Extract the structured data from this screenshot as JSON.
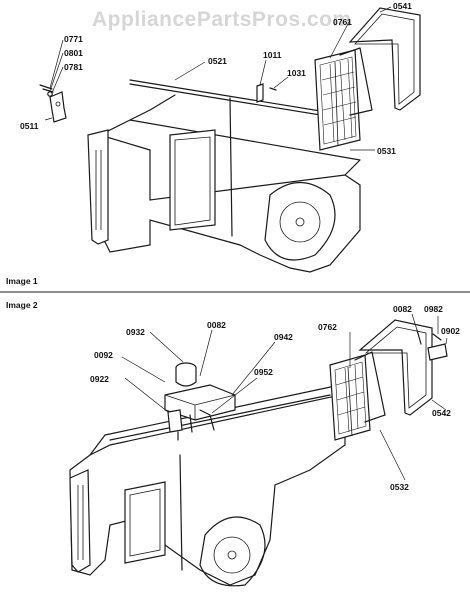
{
  "watermark": "AppliancePartsPros.com",
  "sections": {
    "image1": "Image 1",
    "image2": "Image 2"
  },
  "callouts_image1": {
    "c0771": "0771",
    "c0801": "0801",
    "c0781": "0781",
    "c0511": "0511",
    "c0521": "0521",
    "c1011": "1011",
    "c1031": "1031",
    "c0761": "0761",
    "c0541": "0541",
    "c0531": "0531"
  },
  "callouts_image2": {
    "c0932": "0932",
    "c0082a": "0082",
    "c0942": "0942",
    "c0092": "0092",
    "c0922": "0922",
    "c0952": "0952",
    "c0762": "0762",
    "c0082b": "0082",
    "c0982": "0982",
    "c0902": "0902",
    "c0542": "0542",
    "c0532": "0532"
  }
}
